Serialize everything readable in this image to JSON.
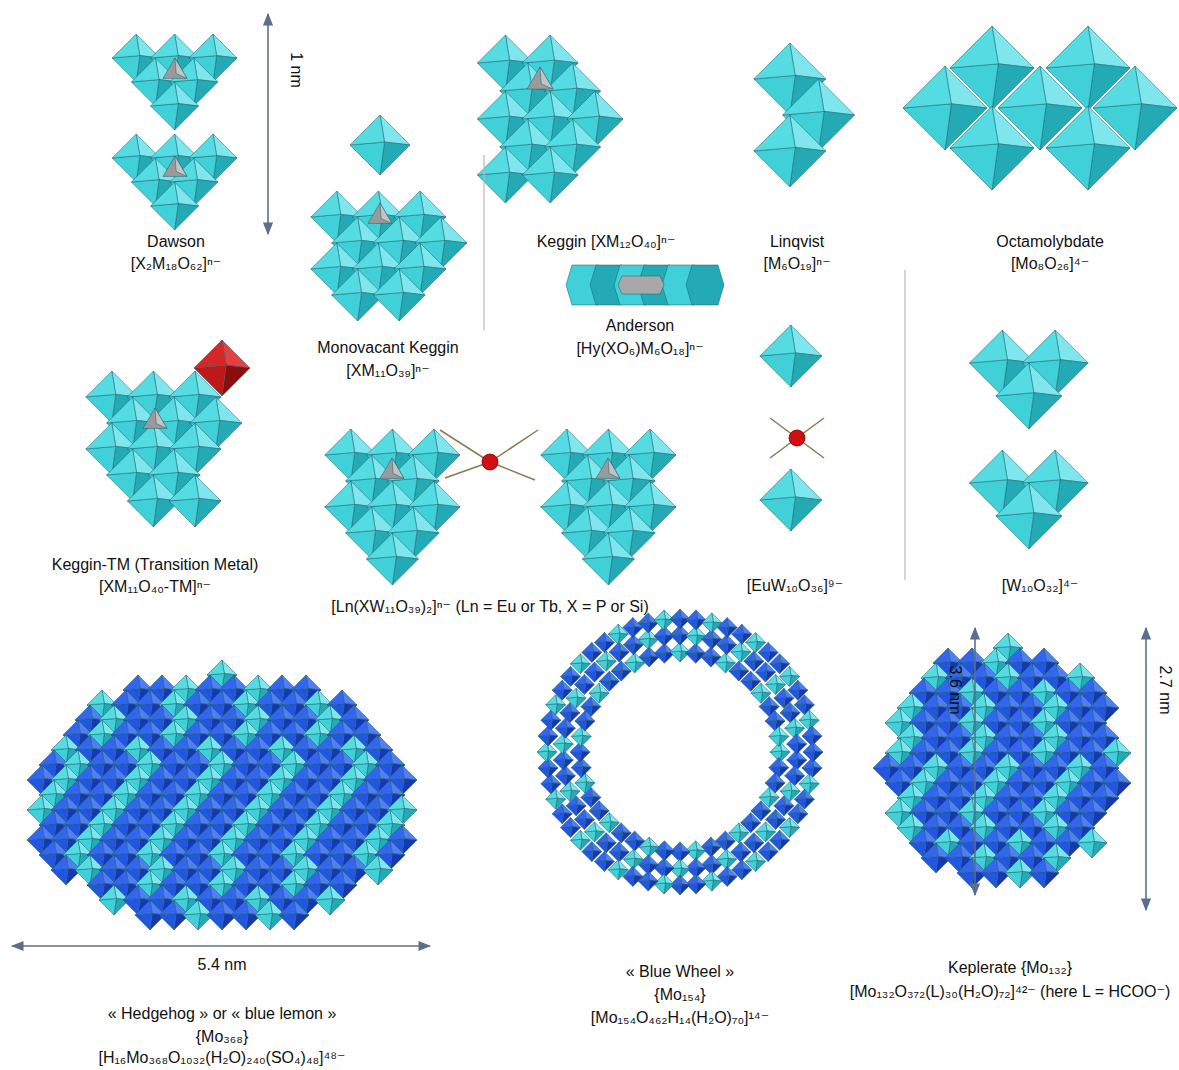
{
  "diagram": {
    "labels": [
      "1 nm",
      "Dawson",
      "[X₂M₁₈O₆₂]ⁿ⁻",
      "Monovacant Keggin",
      "[XM₁₁O₃₉]ⁿ⁻",
      "Keggin [XM₁₂O₄₀]ⁿ⁻",
      "Anderson",
      "[Hy(XO₆)M₆O₁₈]ⁿ⁻",
      "Linqvist",
      "[M₆O₁₉]ⁿ⁻",
      "Octamolybdate",
      "[Mo₈O₂₆]⁴⁻",
      "Keggin-TM (Transition Metal)",
      "[XM₁₁O₄₀-TM]ⁿ⁻",
      "[Ln(XW₁₁O₃₉)₂]ⁿ⁻ (Ln = Eu or Tb, X = P or Si)",
      "[EuW₁₀O₃₆]⁹⁻",
      "[W₁₀O₃₂]⁴⁻",
      "5.4 nm",
      "« Hedgehog » or « blue lemon »",
      "{Mo₃₆₈}",
      "[H₁₆Mo₃₆₈O₁₀₃₂(H₂O)₂₄₀(SO₄)₄₈]⁴⁸⁻",
      "3.6 nm",
      "« Blue Wheel »",
      "{Mo₁₅₄}",
      "[Mo₁₅₄O₄₆₂H₁₄(H₂O)₇₀]¹⁴⁻",
      "2.7 nm",
      "Keplerate {Mo₁₃₂}",
      "[Mo₁₃₂O₃₇₂(L)₃₀(H₂O)₇₂]⁴²⁻ (here L = HCOO⁻)"
    ]
  }
}
